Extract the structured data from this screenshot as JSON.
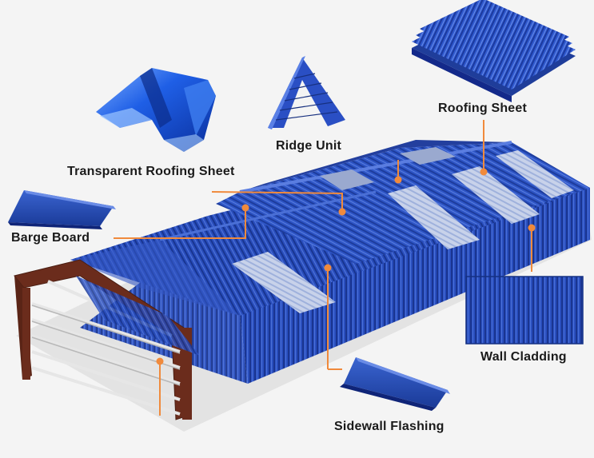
{
  "colors": {
    "accent": "#f08a3c",
    "roof_blue": "#2448b8",
    "roof_blue_dark": "#142c80",
    "frame_brown": "#6b2c1c",
    "translucent": "#b9c8e8"
  },
  "labels": {
    "roofing_sheet": "Roofing Sheet",
    "ridge_unit": "Ridge Unit",
    "transparent_roofing_sheet": "Transparent Roofing Sheet",
    "barge_board": "Barge Board",
    "wall_cladding": "Wall Cladding",
    "sidewall_flashing": "Sidewall Flashing"
  }
}
